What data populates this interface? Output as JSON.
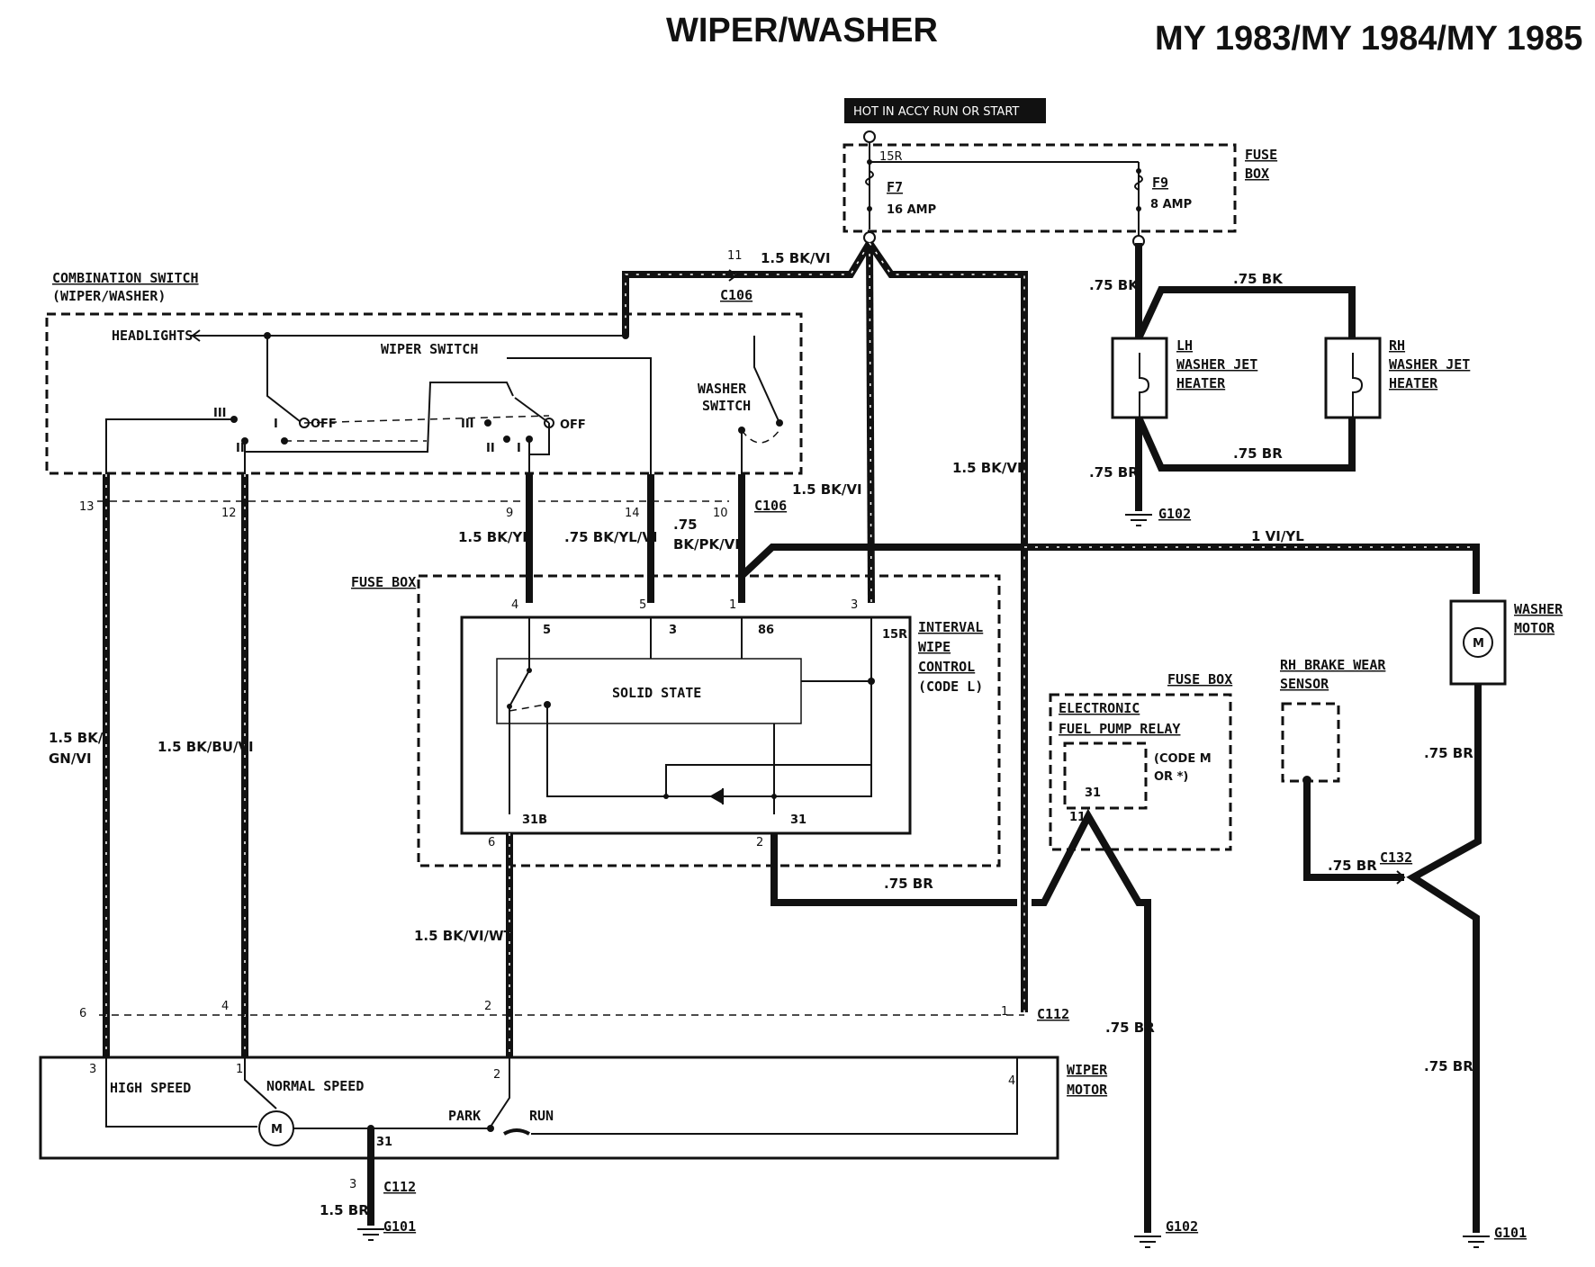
{
  "title": "WIPER/WASHER",
  "model_years": "MY 1983/MY 1984/MY 1985",
  "power_label": "HOT IN ACCY RUN OR START",
  "fuse_box_top": {
    "label_line1": "FUSE",
    "label_line2": "BOX",
    "terminal": "15R",
    "fuse_f7": "F7",
    "fuse_f7_rating": "16 AMP",
    "fuse_f9": "F9",
    "fuse_f9_rating": "8 AMP"
  },
  "combination_switch": {
    "label_line1": "COMBINATION SWITCH",
    "label_line2": "(WIPER/WASHER)",
    "headlights": "HEADLIGHTS",
    "wiper_switch": "WIPER SWITCH",
    "washer_switch_line1": "WASHER",
    "washer_switch_line2": "SWITCH",
    "pos_off": "OFF",
    "pos_i": "I",
    "pos_ii": "II",
    "pos_iii": "III",
    "pos_iii_b": "III",
    "pos_i_b": "I",
    "pos_ii_b": "II",
    "pos_off_b": "OFF"
  },
  "connector_c106": {
    "name": "C106",
    "name_b": "C106",
    "pin_11": "11",
    "pin_13": "13",
    "pin_12": "12",
    "pin_9": "9",
    "pin_14": "14",
    "pin_10": "10"
  },
  "wires": {
    "w_11": "1.5 BK/VI",
    "w_right": "1.5 BK/VI",
    "w_10": "1.5 BK/VI",
    "w_9": "1.5 BK/YL",
    "w_14": ".75 BK/YL/VI",
    "w_10b_line1": ".75",
    "w_10b_line2": "BK/PK/VI",
    "w_13_line1": "1.5 BK/",
    "w_13_line2": "GN/VI",
    "w_12": "1.5 BK/BU/VI",
    "w_6": "1.5 BK/VI/WT",
    "w_2_br": ".75 BR",
    "w_lh_bk": ".75 BK",
    "w_rh_bk": ".75 BK",
    "w_lh_br": ".75 BR",
    "w_rh_br": ".75 BR",
    "w_vi_yl": "1 VI/YL",
    "w_washer_br": ".75 BR",
    "w_sensor_br": ".75 BR",
    "w_washer_br2": ".75 BR",
    "w_relay_br": ".75 BR",
    "w_motor_br": "1.5 BR"
  },
  "fuse_box_mid": {
    "label": "FUSE BOX",
    "pin_4": "4",
    "pin_5": "5",
    "pin_1": "1",
    "pin_3": "3",
    "pin_6": "6",
    "pin_2": "2"
  },
  "interval_wipe": {
    "label_line1": "INTERVAL",
    "label_line2": "WIPE",
    "label_line3": "CONTROL",
    "label_line4": "(CODE L)",
    "solid_state": "SOLID STATE",
    "t5": "5",
    "t3": "3",
    "t86": "86",
    "t15r": "15R",
    "t31b": "31B",
    "t31": "31"
  },
  "washer_jet": {
    "lh_line1": "LH",
    "lh_line2": "WASHER JET",
    "lh_line3": "HEATER",
    "rh_line1": "RH",
    "rh_line2": "WASHER JET",
    "rh_line3": "HEATER"
  },
  "washer_motor": {
    "label_line1": "WASHER",
    "label_line2": "MOTOR",
    "symbol": "M"
  },
  "brake_sensor": {
    "label_line1": "RH BRAKE WEAR",
    "label_line2": "SENSOR"
  },
  "fuel_relay": {
    "fuse_box": "FUSE BOX",
    "label_line1": "ELECTRONIC",
    "label_line2": "FUEL PUMP RELAY",
    "code_line1": "(CODE M",
    "code_line2": "OR *)",
    "pin_31": "31",
    "pin_11": "11"
  },
  "connector_c112": {
    "name": "C112",
    "name_b": "C112",
    "pin_6": "6",
    "pin_4": "4",
    "pin_2": "2",
    "pin_1": "1",
    "pin_3": "3"
  },
  "connector_c132": "C132",
  "wiper_motor": {
    "label_line1": "WIPER",
    "label_line2": "MOTOR",
    "high_speed": "HIGH SPEED",
    "normal_speed": "NORMAL SPEED",
    "park": "PARK",
    "run": "RUN",
    "symbol": "M",
    "pin_3": "3",
    "pin_1": "1",
    "pin_2": "2",
    "pin_4": "4",
    "pin_31": "31"
  },
  "grounds": {
    "g102_top": "G102",
    "g101_left": "G101",
    "g102_bottom": "G102",
    "g101_right": "G101"
  }
}
